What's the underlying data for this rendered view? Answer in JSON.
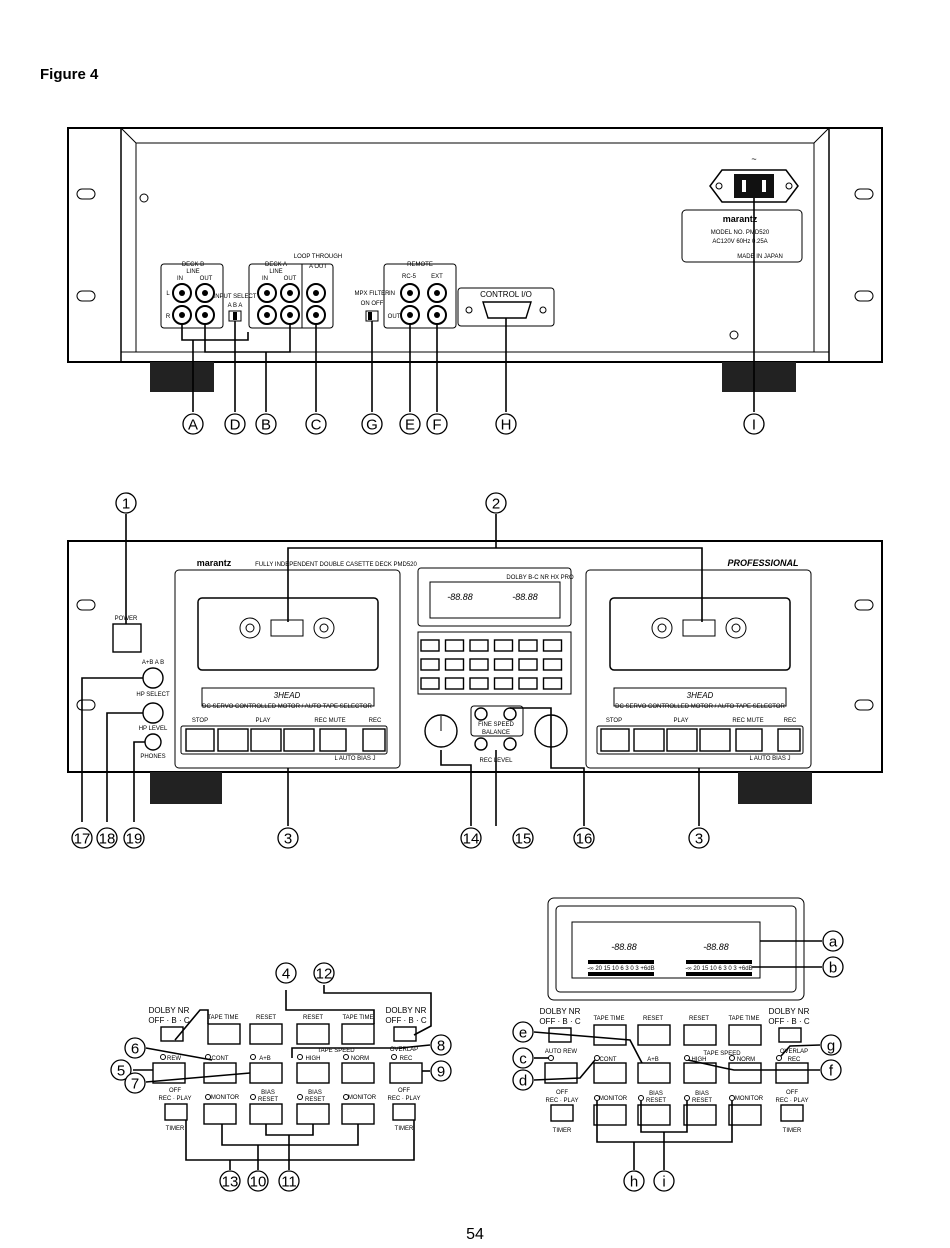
{
  "figure_title": "Figure 4",
  "page_number": "54",
  "rear_panel": {
    "brand": "marantz",
    "plate_model": "MODEL NO. PMD520",
    "plate_power": "AC120V 60Hz 0.25A",
    "plate_origin": "MADE IN JAPAN",
    "deck_b_label": "DECK B",
    "deck_a_label": "DECK A",
    "line_label": "LINE",
    "in_label": "IN",
    "out_label": "OUT",
    "l_label": "L",
    "r_label": "R",
    "loop_through_label": "LOOP THROUGH",
    "loop_out_label": "A OUT",
    "input_select_label": "INPUT SELECT",
    "input_select_ab": "A  B  A",
    "mpx_filter_label": "MPX FILTER",
    "mpx_on_off": "ON  OFF",
    "remote_label": "REMOTE",
    "rc5_label": "RC-5",
    "ext_label": "EXT",
    "control_io_label": "CONTROL I/O",
    "ac_symbol": "~",
    "callouts": [
      "A",
      "D",
      "B",
      "C",
      "G",
      "E",
      "F",
      "H",
      "I"
    ]
  },
  "front_panel": {
    "brand": "marantz",
    "product_line": "FULLY INDEPENDENT DOUBLE CASETTE DECK PMD520",
    "professional": "PROFESSIONAL",
    "dolby_badge": "DOLBY B-C NR HX PRO",
    "display_left": "-88.88",
    "display_right": "-88.88",
    "power_label": "POWER",
    "hp_select_label": "HP SELECT",
    "hp_select_options": "A+B  A  B",
    "hp_level_label": "HP LEVEL",
    "phones_label": "PHONES",
    "three_head": "3HEAD",
    "servo_text": "DC SERVO CONTROLLED MOTOR / AUTO TAPE SELECTOR",
    "stop_label": "STOP",
    "play_label": "PLAY",
    "rec_mute_label": "REC MUTE",
    "rec_label": "REC",
    "auto_bias_label": "L  AUTO BIAS  J",
    "fine_speed_label": "FINE SPEED",
    "balance_label": "BALANCE",
    "rec_level_label": "REC LEVEL",
    "callouts_top": [
      "1",
      "2"
    ],
    "callouts_bottom": [
      "17",
      "18",
      "19",
      "3",
      "14",
      "15",
      "16",
      "3"
    ]
  },
  "control_detail_left": {
    "dolby_nr": "DOLBY NR",
    "dolby_modes": "OFF · B · C",
    "tape_time": "TAPE TIME",
    "reset": "RESET",
    "rew": "REW",
    "cont": "CONT",
    "ab": "A+B",
    "tape_speed": "TAPE SPEED",
    "high": "HIGH",
    "norm": "NORM",
    "overlap": "OVERLAP",
    "rec": "REC",
    "off": "OFF",
    "rec_play": "REC · PLAY",
    "timer": "TIMER",
    "monitor": "MONITOR",
    "bias": "BIAS",
    "bias_reset": "RESET",
    "callouts": [
      "4",
      "12",
      "6",
      "5",
      "7",
      "8",
      "9",
      "13",
      "10",
      "11"
    ]
  },
  "control_detail_right": {
    "display_left": "-88.88",
    "display_right": "-88.88",
    "meter_scale": "-∞ 20  15  10  6  3  0  3  +6dB",
    "auto_rew": "AUTO REW",
    "callouts": [
      "a",
      "b",
      "e",
      "c",
      "d",
      "g",
      "f",
      "h",
      "i"
    ]
  }
}
